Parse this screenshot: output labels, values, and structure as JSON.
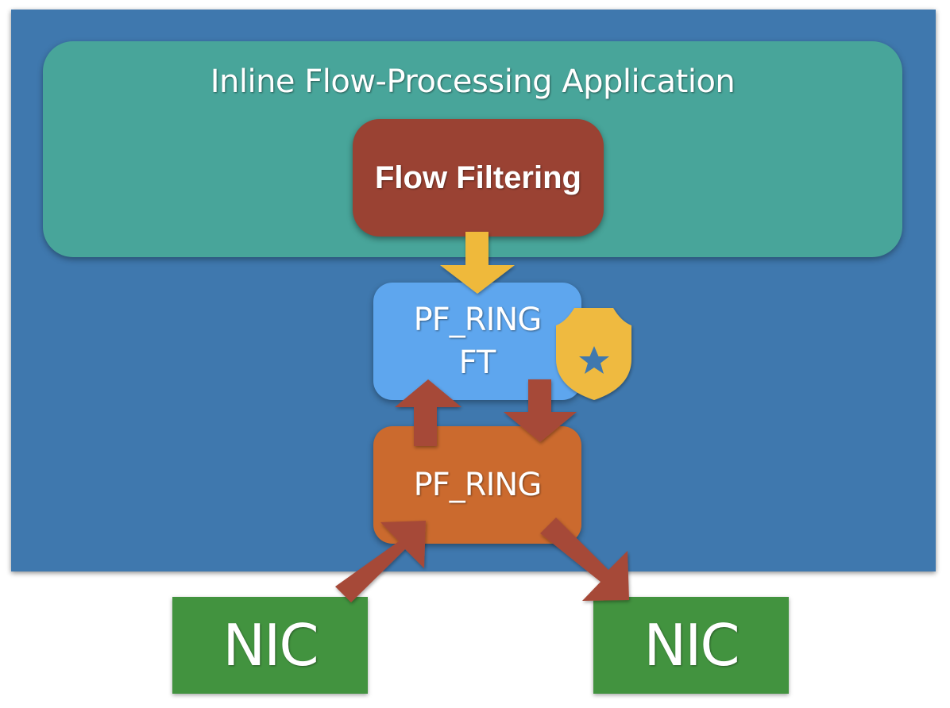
{
  "app": {
    "title": "Inline Flow-Processing Application"
  },
  "flow_filtering": {
    "label": "Flow Filtering"
  },
  "pf_ring_ft": {
    "line1": "PF_RING",
    "line2": "FT"
  },
  "pf_ring": {
    "label": "PF_RING"
  },
  "nics": [
    {
      "label": "NIC"
    },
    {
      "label": "NIC"
    }
  ],
  "icons": {
    "badge": "police-badge-icon"
  },
  "colors": {
    "background_panel": "#3f78ae",
    "app_box": "#48a59a",
    "flow_filtering": "#9a4233",
    "pf_ring_ft": "#5ea6ee",
    "pf_ring": "#cb6a2e",
    "nic": "#42933f",
    "arrow_yellow": "#efb93b",
    "arrow_red": "#a64a38",
    "badge": "#efba41"
  }
}
